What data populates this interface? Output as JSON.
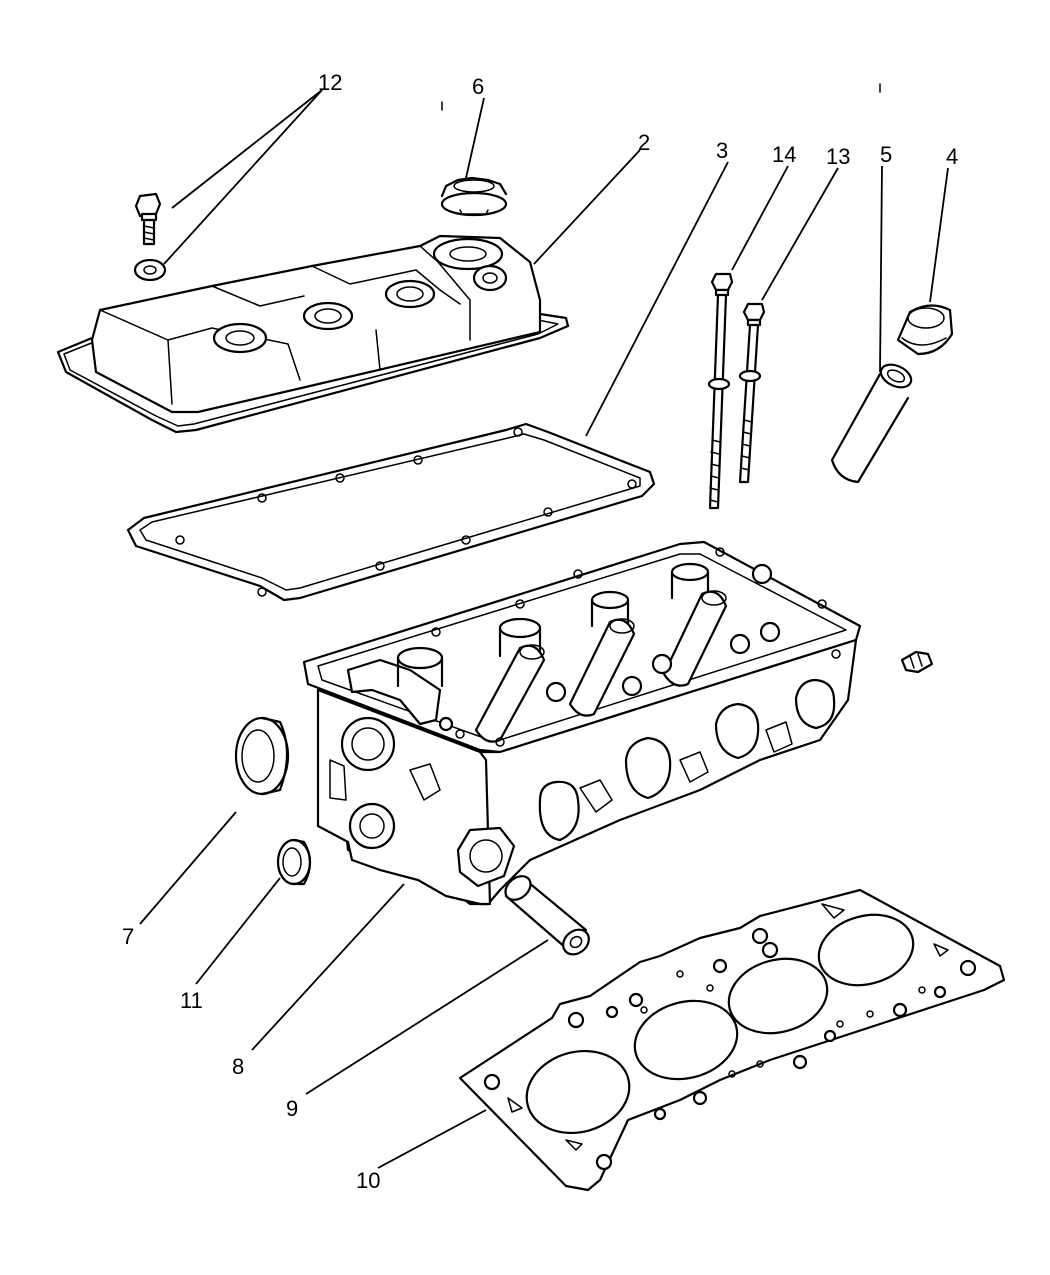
{
  "diagram": {
    "type": "exploded-parts-view",
    "callouts": [
      {
        "id": "12",
        "label": "12"
      },
      {
        "id": "6",
        "label": "6"
      },
      {
        "id": "2",
        "label": "2"
      },
      {
        "id": "3",
        "label": "3"
      },
      {
        "id": "14",
        "label": "14"
      },
      {
        "id": "13",
        "label": "13"
      },
      {
        "id": "5",
        "label": "5"
      },
      {
        "id": "4",
        "label": "4"
      },
      {
        "id": "7",
        "label": "7"
      },
      {
        "id": "11",
        "label": "11"
      },
      {
        "id": "8",
        "label": "8"
      },
      {
        "id": "9",
        "label": "9"
      },
      {
        "id": "10",
        "label": "10"
      }
    ]
  }
}
